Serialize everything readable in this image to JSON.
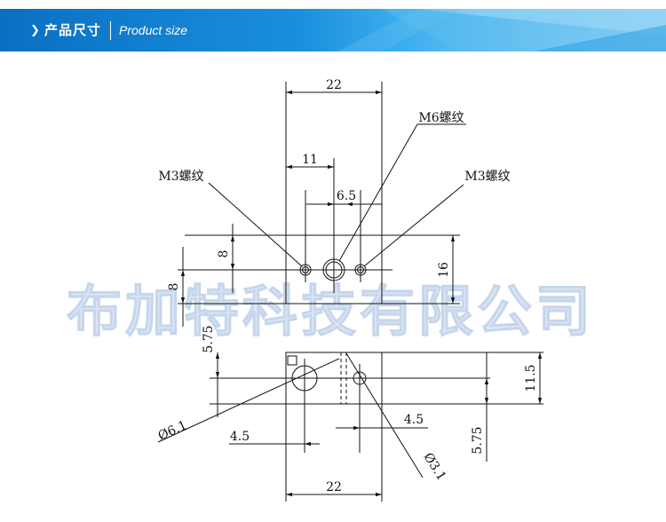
{
  "banner": {
    "arrow": "❯",
    "title_cn": "产品尺寸",
    "title_en": "Product size",
    "colors": {
      "light": "#8ed0f4",
      "mid": "#35a8e8",
      "dark": "#0a76c8"
    }
  },
  "drawing": {
    "watermark": "布加特科技有限公司",
    "labels": {
      "m6": "M6螺纹",
      "m3_left": "M3螺纹",
      "m3_right": "M3螺纹"
    },
    "top_view": {
      "width": "22",
      "offset_11": "11",
      "hole_6_5": "6.5",
      "left_8_upper": "8",
      "left_8_lower": "8",
      "height_16": "16"
    },
    "bottom_view": {
      "height_5_75_left": "5.75",
      "height_11_5": "11.5",
      "height_5_75_right": "5.75",
      "dia_6_1": "Ø6.1",
      "dim_4_5_left": "4.5",
      "dim_4_5_right": "4.5",
      "dia_3_1": "Ø3.1",
      "width": "22"
    }
  }
}
